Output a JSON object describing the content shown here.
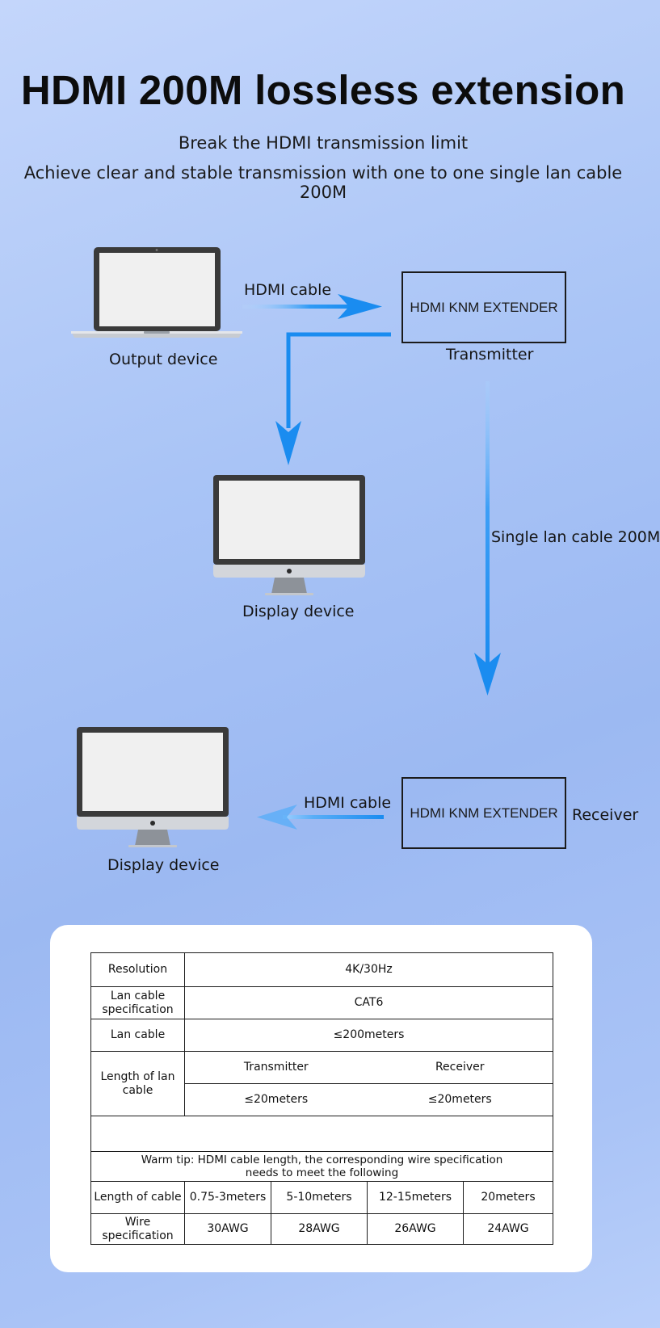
{
  "header": {
    "title": "HDMI 200M lossless extension",
    "subtitle_1": "Break the HDMI transmission limit",
    "subtitle_2": "Achieve clear and stable transmission with one to one single lan cable 200M"
  },
  "diagram": {
    "output_device_label": "Output device",
    "hdmi_cable_top_label": "HDMI cable",
    "transmitter_box_text": "HDMI KNM EXTENDER",
    "transmitter_label": "Transmitter",
    "display_device_1_label": "Display device",
    "lan_cable_label": "Single lan cable 200M",
    "receiver_box_text": "HDMI KNM EXTENDER",
    "receiver_label": "Receiver",
    "hdmi_cable_bottom_label": "HDMI cable",
    "display_device_2_label": "Display device",
    "colors": {
      "arrow": "#1a8cf0",
      "arrow_light": "#7fc0ff",
      "box_border": "#1b1b1b"
    }
  },
  "spec_table": {
    "resolution_label": "Resolution",
    "resolution_value": "4K/30Hz",
    "lan_spec_label": "Lan cable specification",
    "lan_spec_value": "CAT6",
    "lan_cable_label": "Lan cable",
    "lan_cable_value": "≤200meters",
    "length_label": "Length of lan cable",
    "length_tx_label": "Transmitter",
    "length_rx_label": "Receiver",
    "length_tx_value": "≤20meters",
    "length_rx_value": "≤20meters",
    "warm_tip_line_1": "Warm tip: HDMI cable length, the corresponding wire specification",
    "warm_tip_line_2": "needs to meet the following",
    "cable_length_label": "Length of cable",
    "cable_lengths": [
      "0.75-3meters",
      "5-10meters",
      "12-15meters",
      "20meters"
    ],
    "wire_spec_label": "Wire specification",
    "wire_specs": [
      "30AWG",
      "28AWG",
      "26AWG",
      "24AWG"
    ]
  }
}
